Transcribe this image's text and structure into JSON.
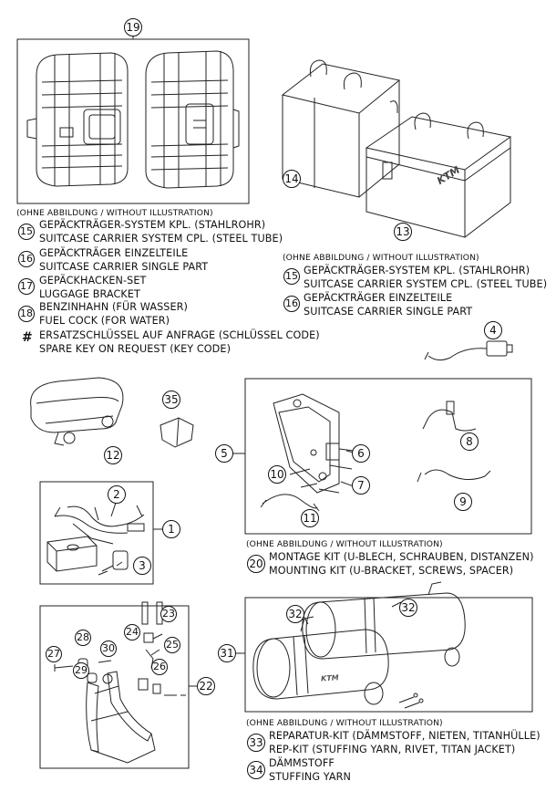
{
  "callouts": {
    "n19": "19",
    "n14": "14",
    "n13": "13",
    "n4": "4",
    "n35": "35",
    "n12": "12",
    "n5": "5",
    "n6": "6",
    "n10": "10",
    "n7": "7",
    "n8": "8",
    "n9": "9",
    "n11": "11",
    "n1": "1",
    "n2": "2",
    "n3": "3",
    "n23": "23",
    "n28": "28",
    "n27": "27",
    "n30": "30",
    "n29": "29",
    "n24": "24",
    "n25": "25",
    "n26": "26",
    "n22": "22",
    "n32a": "32",
    "n32b": "32",
    "n31": "31"
  },
  "legend_left": {
    "header": "(OHNE ABBILDUNG / WITHOUT ILLUSTRATION)",
    "items": [
      {
        "num": "15",
        "de": "GEPÄCKTRÄGER-SYSTEM KPL. (STAHLROHR)",
        "en": "SUITCASE CARRIER SYSTEM CPL. (STEEL TUBE)"
      },
      {
        "num": "16",
        "de": "GEPÄCKTRÄGER EINZELTEILE",
        "en": "SUITCASE CARRIER SINGLE PART"
      },
      {
        "num": "17",
        "de": "GEPÄCKHACKEN-SET",
        "en": "LUGGAGE BRACKET"
      },
      {
        "num": "18",
        "de": "BENZINHAHN (FÜR WASSER)",
        "en": "FUEL COCK (FOR WATER)"
      }
    ],
    "hash_symbol": "#",
    "hash_de": "ERSATZSCHLÜSSEL AUF ANFRAGE (SCHLÜSSEL CODE)",
    "hash_en": "SPARE KEY ON REQUEST (KEY CODE)"
  },
  "legend_right": {
    "header": "(OHNE ABBILDUNG / WITHOUT ILLUSTRATION)",
    "items": [
      {
        "num": "15",
        "de": "GEPÄCKTRÄGER-SYSTEM KPL. (STAHLROHR)",
        "en": "SUITCASE CARRIER SYSTEM CPL. (STEEL TUBE)"
      },
      {
        "num": "16",
        "de": "GEPÄCKTRÄGER EINZELTEILE",
        "en": "SUITCASE CARRIER SINGLE PART"
      }
    ]
  },
  "legend_mount": {
    "header": "(OHNE ABBILDUNG / WITHOUT ILLUSTRATION)",
    "num": "20",
    "de": "MONTAGE KIT (U-BLECH, SCHRAUBEN, DISTANZEN)",
    "en": "MOUNTING KIT (U-BRACKET, SCREWS, SPACER)"
  },
  "legend_muffler": {
    "header": "(OHNE ABBILDUNG / WITHOUT ILLUSTRATION)",
    "items": [
      {
        "num": "33",
        "de": "REPARATUR-KIT (DÄMMSTOFF, NIETEN, TITANHÜLLE)",
        "en": "REP-KIT (STUFFING YARN, RIVET, TITAN JACKET)"
      },
      {
        "num": "34",
        "de": "DÄMMSTOFF",
        "en": "STUFFING YARN"
      }
    ]
  },
  "case_logo": "KTM",
  "muffler_logo": "KTM"
}
